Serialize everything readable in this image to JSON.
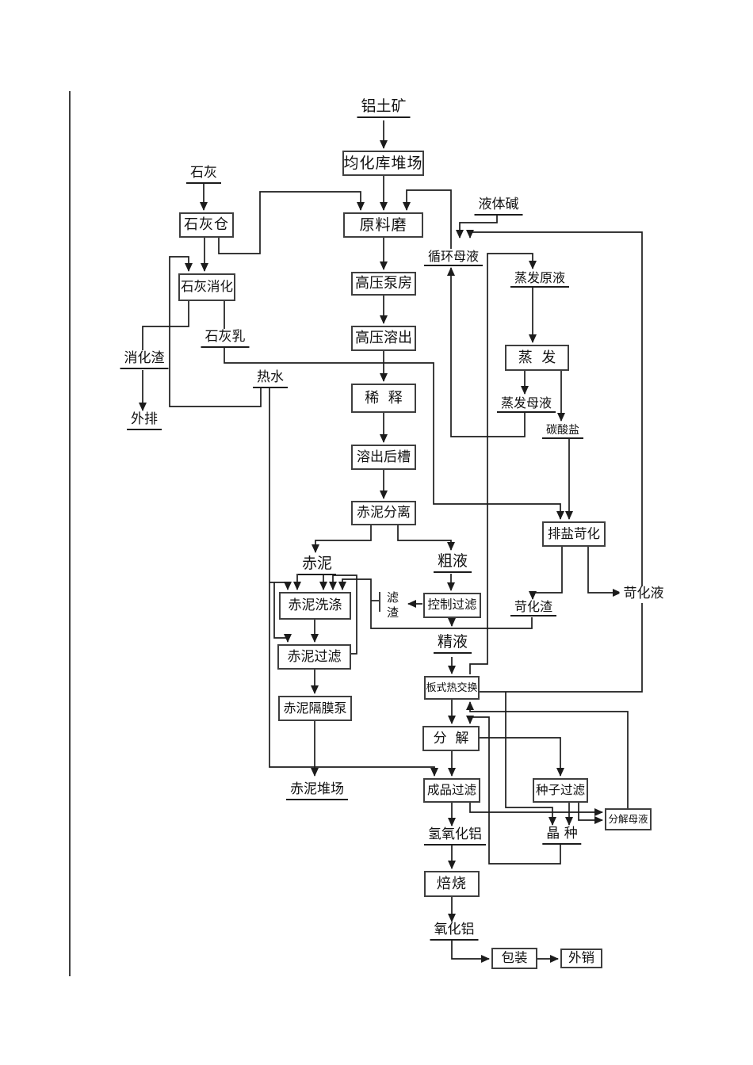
{
  "diagram": {
    "kind": "process-flow-diagram",
    "language": "zh",
    "colors": {
      "background": "#ffffff",
      "line": "#1c1c1c",
      "box_border": "#3f3f3f",
      "text": "#111111"
    }
  },
  "boxes": [
    {
      "label": "均化库堆场"
    },
    {
      "label": "石灰仓"
    },
    {
      "label": "原料磨"
    },
    {
      "label": "石灰消化"
    },
    {
      "label": "高压泵房"
    },
    {
      "label": "高压溶出"
    },
    {
      "label": "蒸  发"
    },
    {
      "label": "稀  释"
    },
    {
      "label": "溶出后槽"
    },
    {
      "label": "赤泥分离"
    },
    {
      "label": "排盐苛化"
    },
    {
      "label": "控制过滤"
    },
    {
      "label": "赤泥洗涤"
    },
    {
      "label": "赤泥过滤"
    },
    {
      "label": "赤泥隔膜泵"
    },
    {
      "label": "板式热交换"
    },
    {
      "label": "分  解"
    },
    {
      "label": "成品过滤"
    },
    {
      "label": "种子过滤"
    },
    {
      "label": "分解母液"
    },
    {
      "label": "焙烧"
    },
    {
      "label": "包装"
    },
    {
      "label": "外销"
    }
  ],
  "labels": [
    {
      "label": "铝土矿"
    },
    {
      "label": "石灰"
    },
    {
      "label": "液体碱"
    },
    {
      "label": "循环母液"
    },
    {
      "label": "蒸发原液"
    },
    {
      "label": "蒸发母液"
    },
    {
      "label": "碳酸盐"
    },
    {
      "label": "消化渣"
    },
    {
      "label": "外排"
    },
    {
      "label": "石灰乳"
    },
    {
      "label": "热水"
    },
    {
      "label": "赤泥"
    },
    {
      "label": "粗液"
    },
    {
      "label": "滤渣"
    },
    {
      "label": "苛化渣"
    },
    {
      "label": "苛化液"
    },
    {
      "label": "精液"
    },
    {
      "label": "赤泥堆场"
    },
    {
      "label": "氢氧化铝"
    },
    {
      "label": "晶 种"
    },
    {
      "label": "氧化铝"
    }
  ]
}
